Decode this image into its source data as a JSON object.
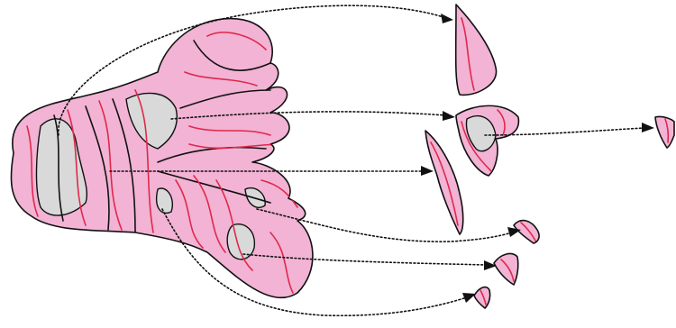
{
  "diagram": {
    "colors": {
      "region_fill": "#f2b3d4",
      "hole_fill": "#d9d9d9",
      "outline": "#111111",
      "vein": "#e0284b",
      "arrow": "#111111"
    },
    "source_shape": "large-pink-region",
    "fragments": [
      "fragment-top",
      "fragment-middle-ring",
      "fragment-sliver",
      "fragment-small-right",
      "fragment-lower-1",
      "fragment-lower-2",
      "fragment-lower-3"
    ]
  }
}
